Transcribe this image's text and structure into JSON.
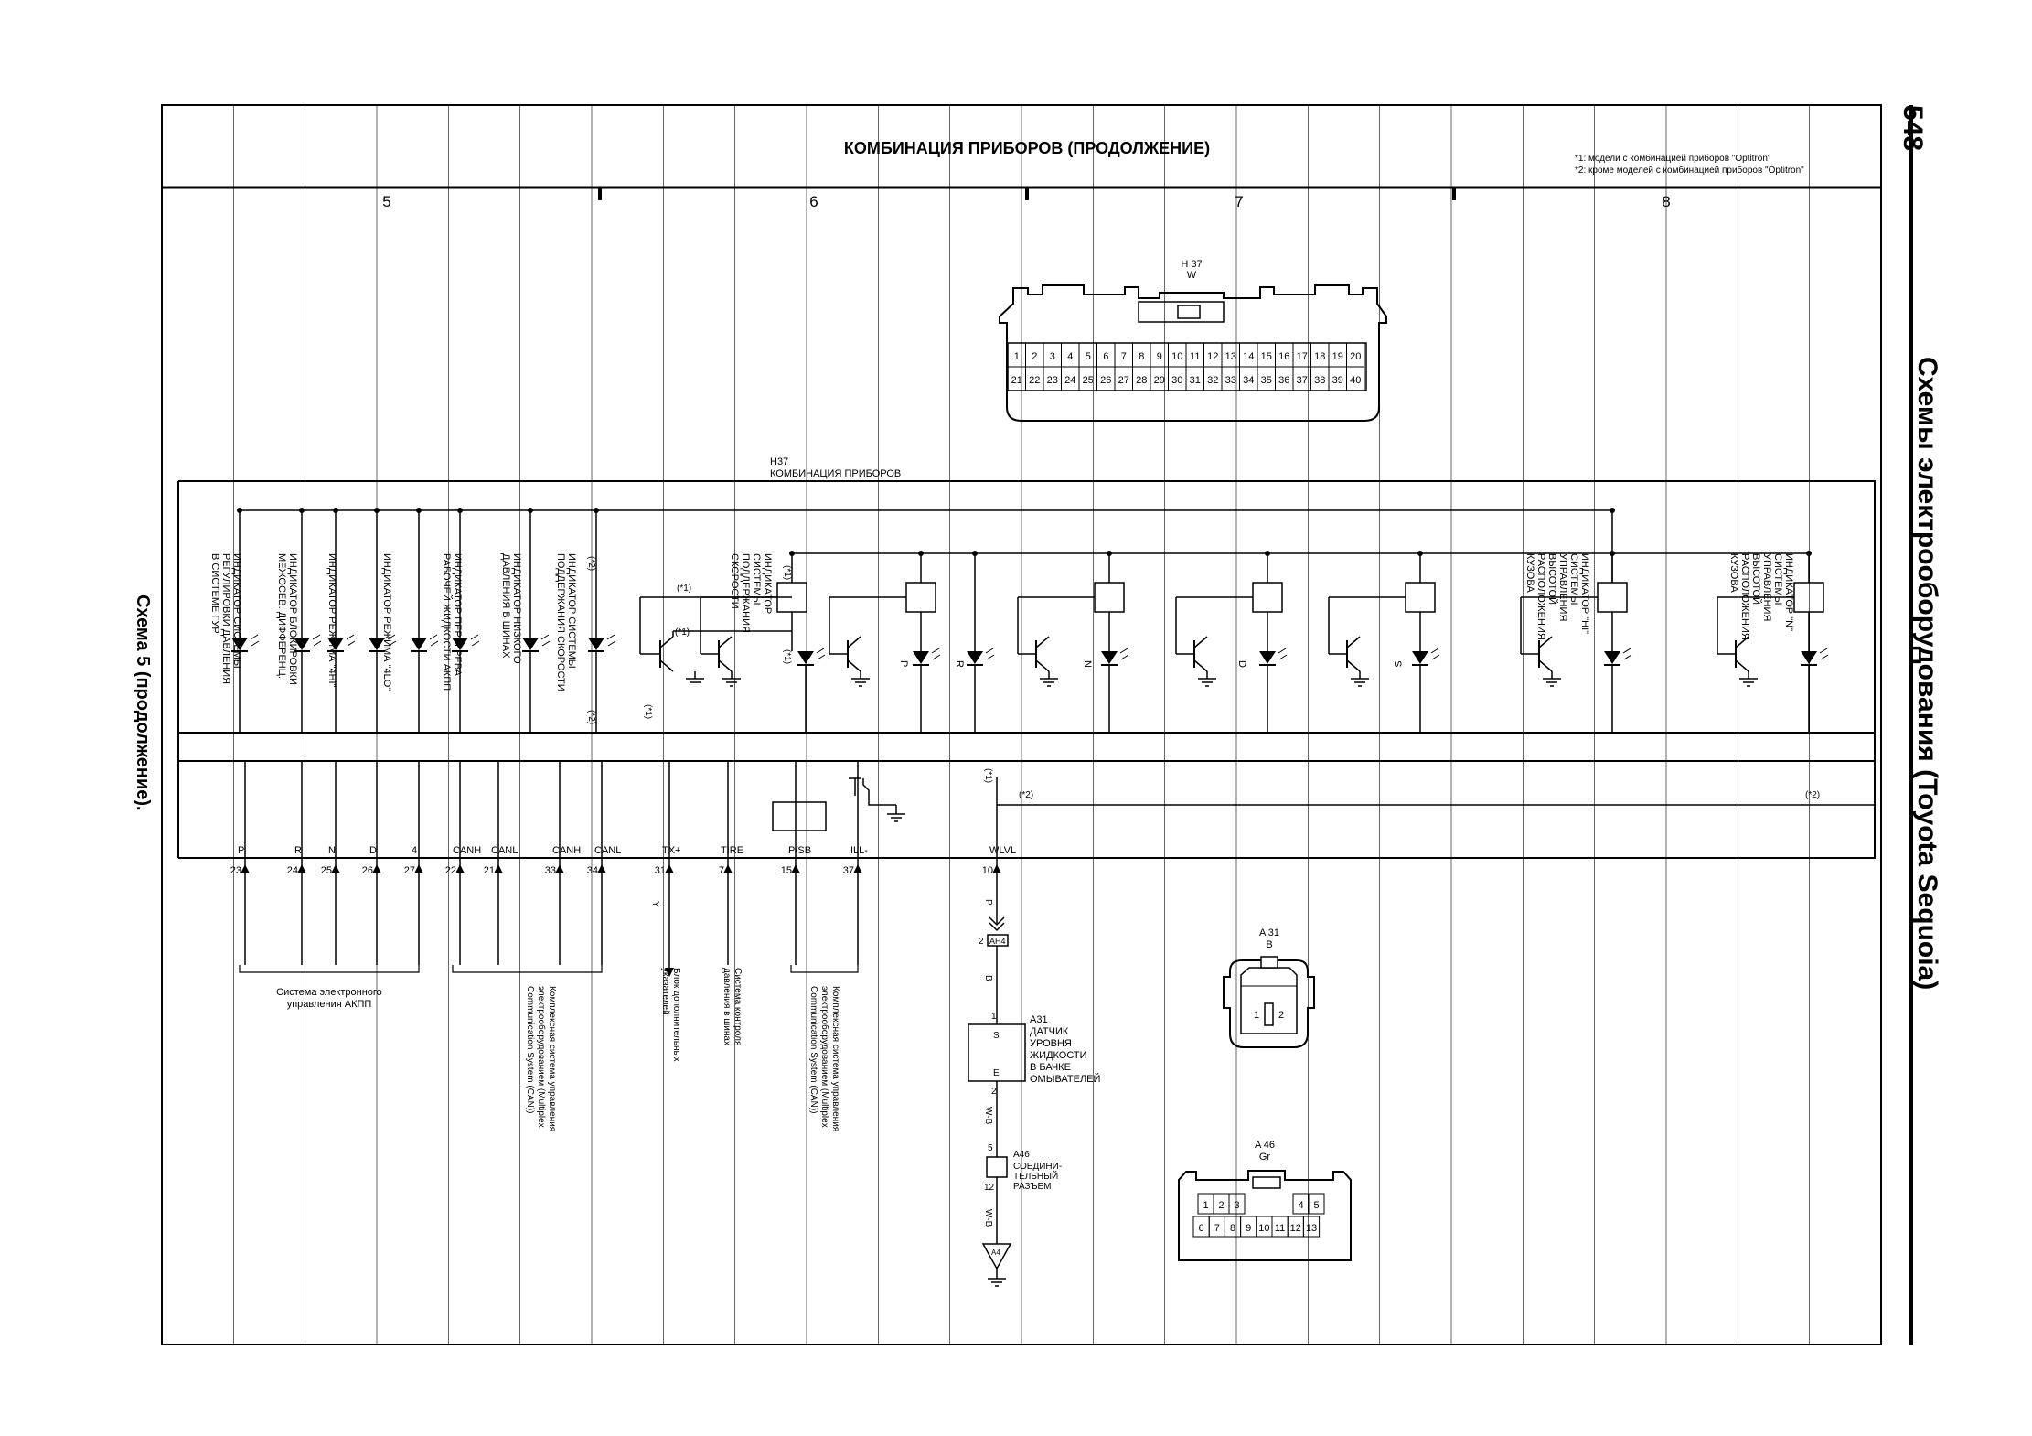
{
  "page_number": "548",
  "side_title": "Схемы электрооборудования (Toyota Sequoia)",
  "caption": "Схема 5 (продолжение).",
  "header": {
    "title": "КОМБИНАЦИЯ ПРИБОРОВ (ПРОДОЛЖЕНИЕ)",
    "notes": [
      "*1: модели с комбинацией приборов \"Optitron\"",
      "*2: кроме моделей с комбинацией приборов \"Optitron\""
    ]
  },
  "grid_numbers": [
    "5",
    "6",
    "7",
    "8"
  ],
  "connector_h37": {
    "code": "H 37",
    "color": "W",
    "row1": [
      "1",
      "2",
      "3",
      "4",
      "5",
      "6",
      "7",
      "8",
      "9",
      "10",
      "11",
      "12",
      "13",
      "14",
      "15",
      "16",
      "17",
      "18",
      "19",
      "20"
    ],
    "row2": [
      "21",
      "22",
      "23",
      "24",
      "25",
      "26",
      "27",
      "28",
      "29",
      "30",
      "31",
      "32",
      "33",
      "34",
      "35",
      "36",
      "37",
      "38",
      "39",
      "40"
    ]
  },
  "cluster": {
    "code": "H37",
    "name": "КОМБИНАЦИЯ ПРИБОРОВ"
  },
  "indicators": [
    [
      "ИНДИКАТОР СИСТЕМЫ",
      "РЕГУЛИРОВКИ ДАВЛЕНИЯ",
      "В СИСТЕМЕ ГУР"
    ],
    [
      "ИНДИКАТОР БЛОКИРОВКИ",
      "МЕЖОСЕВ. ДИФФЕРЕНЦ."
    ],
    [
      "ИНДИКАТОР РЕЖИМА \"4HI\""
    ],
    [
      "ИНДИКАТОР РЕЖИМА \"4LO\""
    ],
    [
      "ИНДИКАТОР ПЕРЕГРЕВА",
      "РАБОЧЕЙ ЖИДКОСТИ АКПП"
    ],
    [
      "ИНДИКАТОР НИЗКОГО",
      "ДАВЛЕНИЯ В ШИНАХ"
    ],
    [
      "ИНДИКАТОР СИСТЕМЫ",
      "ПОДДЕРЖАНИЯ СКОРОСТИ"
    ],
    [
      "ИНДИКАТОР",
      "СИСТЕМЫ",
      "ПОДДЕРЖАНИЯ",
      "СКОРОСТИ"
    ],
    [
      "ИНДИКАТОР \"HI\"",
      "СИСТЕМЫ",
      "УПРАВЛЕНИЯ",
      "ВЫСОТОЙ",
      "РАСПОЛОЖЕНИЯ",
      "КУЗОВА"
    ],
    [
      "ИНДИКАТОР \"N\"",
      "СИСТЕМЫ",
      "УПРАВЛЕНИЯ",
      "ВЫСОТОЙ",
      "РАСПОЛОЖЕНИЯ",
      "КУЗОВА"
    ]
  ],
  "gear_letters": [
    "P",
    "R",
    "N",
    "D",
    "S"
  ],
  "notes_star": {
    "s1": "(*1)",
    "s2": "(*2)"
  },
  "pins": [
    {
      "num": "23",
      "name": "P"
    },
    {
      "num": "24",
      "name": "R"
    },
    {
      "num": "25",
      "name": "N"
    },
    {
      "num": "26",
      "name": "D"
    },
    {
      "num": "27",
      "name": "4"
    },
    {
      "num": "22",
      "name": "CANH"
    },
    {
      "num": "21",
      "name": "CANL"
    },
    {
      "num": "33",
      "name": "CANH"
    },
    {
      "num": "34",
      "name": "CANL"
    },
    {
      "num": "31",
      "name": "TX+"
    },
    {
      "num": "7",
      "name": "TIRE"
    },
    {
      "num": "15",
      "name": "P/SB"
    },
    {
      "num": "37",
      "name": "ILL-"
    },
    {
      "num": "10",
      "name": "WLVL"
    }
  ],
  "wire_colors": {
    "y": "Y",
    "p": "P",
    "b": "B",
    "wb1": "W-B",
    "wb2": "W-B"
  },
  "systems": [
    [
      "Система электронного",
      "управления АКПП"
    ],
    [
      "Комплексная система управления",
      "электрооборудованием (Multiplex",
      "Communication System (CAN))"
    ],
    [
      "Блок дополнительных",
      "указателей"
    ],
    [
      "Система контроля",
      "давления в шинах"
    ],
    [
      "Комплексная система управления",
      "электрооборудованием (Multiplex",
      "Communication System (CAN))"
    ]
  ],
  "ah4": {
    "label": "AH4",
    "pin": "2"
  },
  "sensor_a31": {
    "code": "A31",
    "lines": [
      "ДАТЧИК",
      "УРОВНЯ",
      "ЖИДКОСТИ",
      "В БАЧКЕ",
      "ОМЫВАТЕЛЕЙ"
    ],
    "pin_top": "1",
    "pin_bottom": "2",
    "s": "S",
    "e": "E"
  },
  "joint_a46": {
    "code": "A46",
    "lines": [
      "СОЕДИНИ-",
      "ТЕЛЬНЫЙ",
      "РАЗЪЕМ"
    ],
    "pin_top": "5",
    "pin_bottom": "12"
  },
  "ground": "A4",
  "connector_a31": {
    "code": "A 31",
    "color": "B",
    "pins": [
      "1",
      "2"
    ]
  },
  "connector_a46": {
    "code": "A 46",
    "color": "Gr",
    "row1": [
      "1",
      "2",
      "3",
      "4",
      "5"
    ],
    "row2": [
      "6",
      "7",
      "8",
      "9",
      "10",
      "11",
      "12",
      "13"
    ]
  }
}
